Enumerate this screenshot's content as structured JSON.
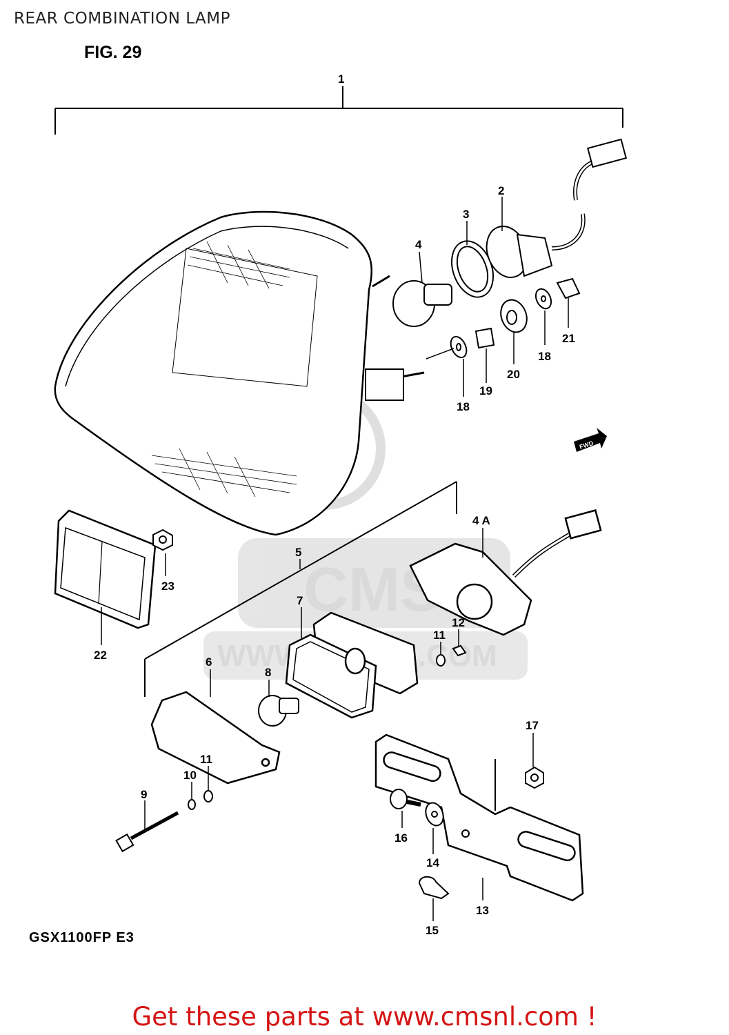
{
  "page_title": "REAR COMBINATION LAMP",
  "figure_label": "FIG. 29",
  "model_code": "GSX1100FP E3",
  "footer_link": "Get these parts at www.cmsnl.com !",
  "fwd_badge": "FWD",
  "watermark": {
    "logo": "CMS",
    "site": "WWW.CMSNL.COM"
  },
  "callouts": [
    "1",
    "2",
    "3",
    "4",
    "18",
    "19",
    "20",
    "18",
    "21",
    "4 A",
    "5",
    "6",
    "7",
    "8",
    "11",
    "12",
    "23",
    "22",
    "9",
    "10",
    "11",
    "17",
    "16",
    "14",
    "13",
    "15"
  ]
}
